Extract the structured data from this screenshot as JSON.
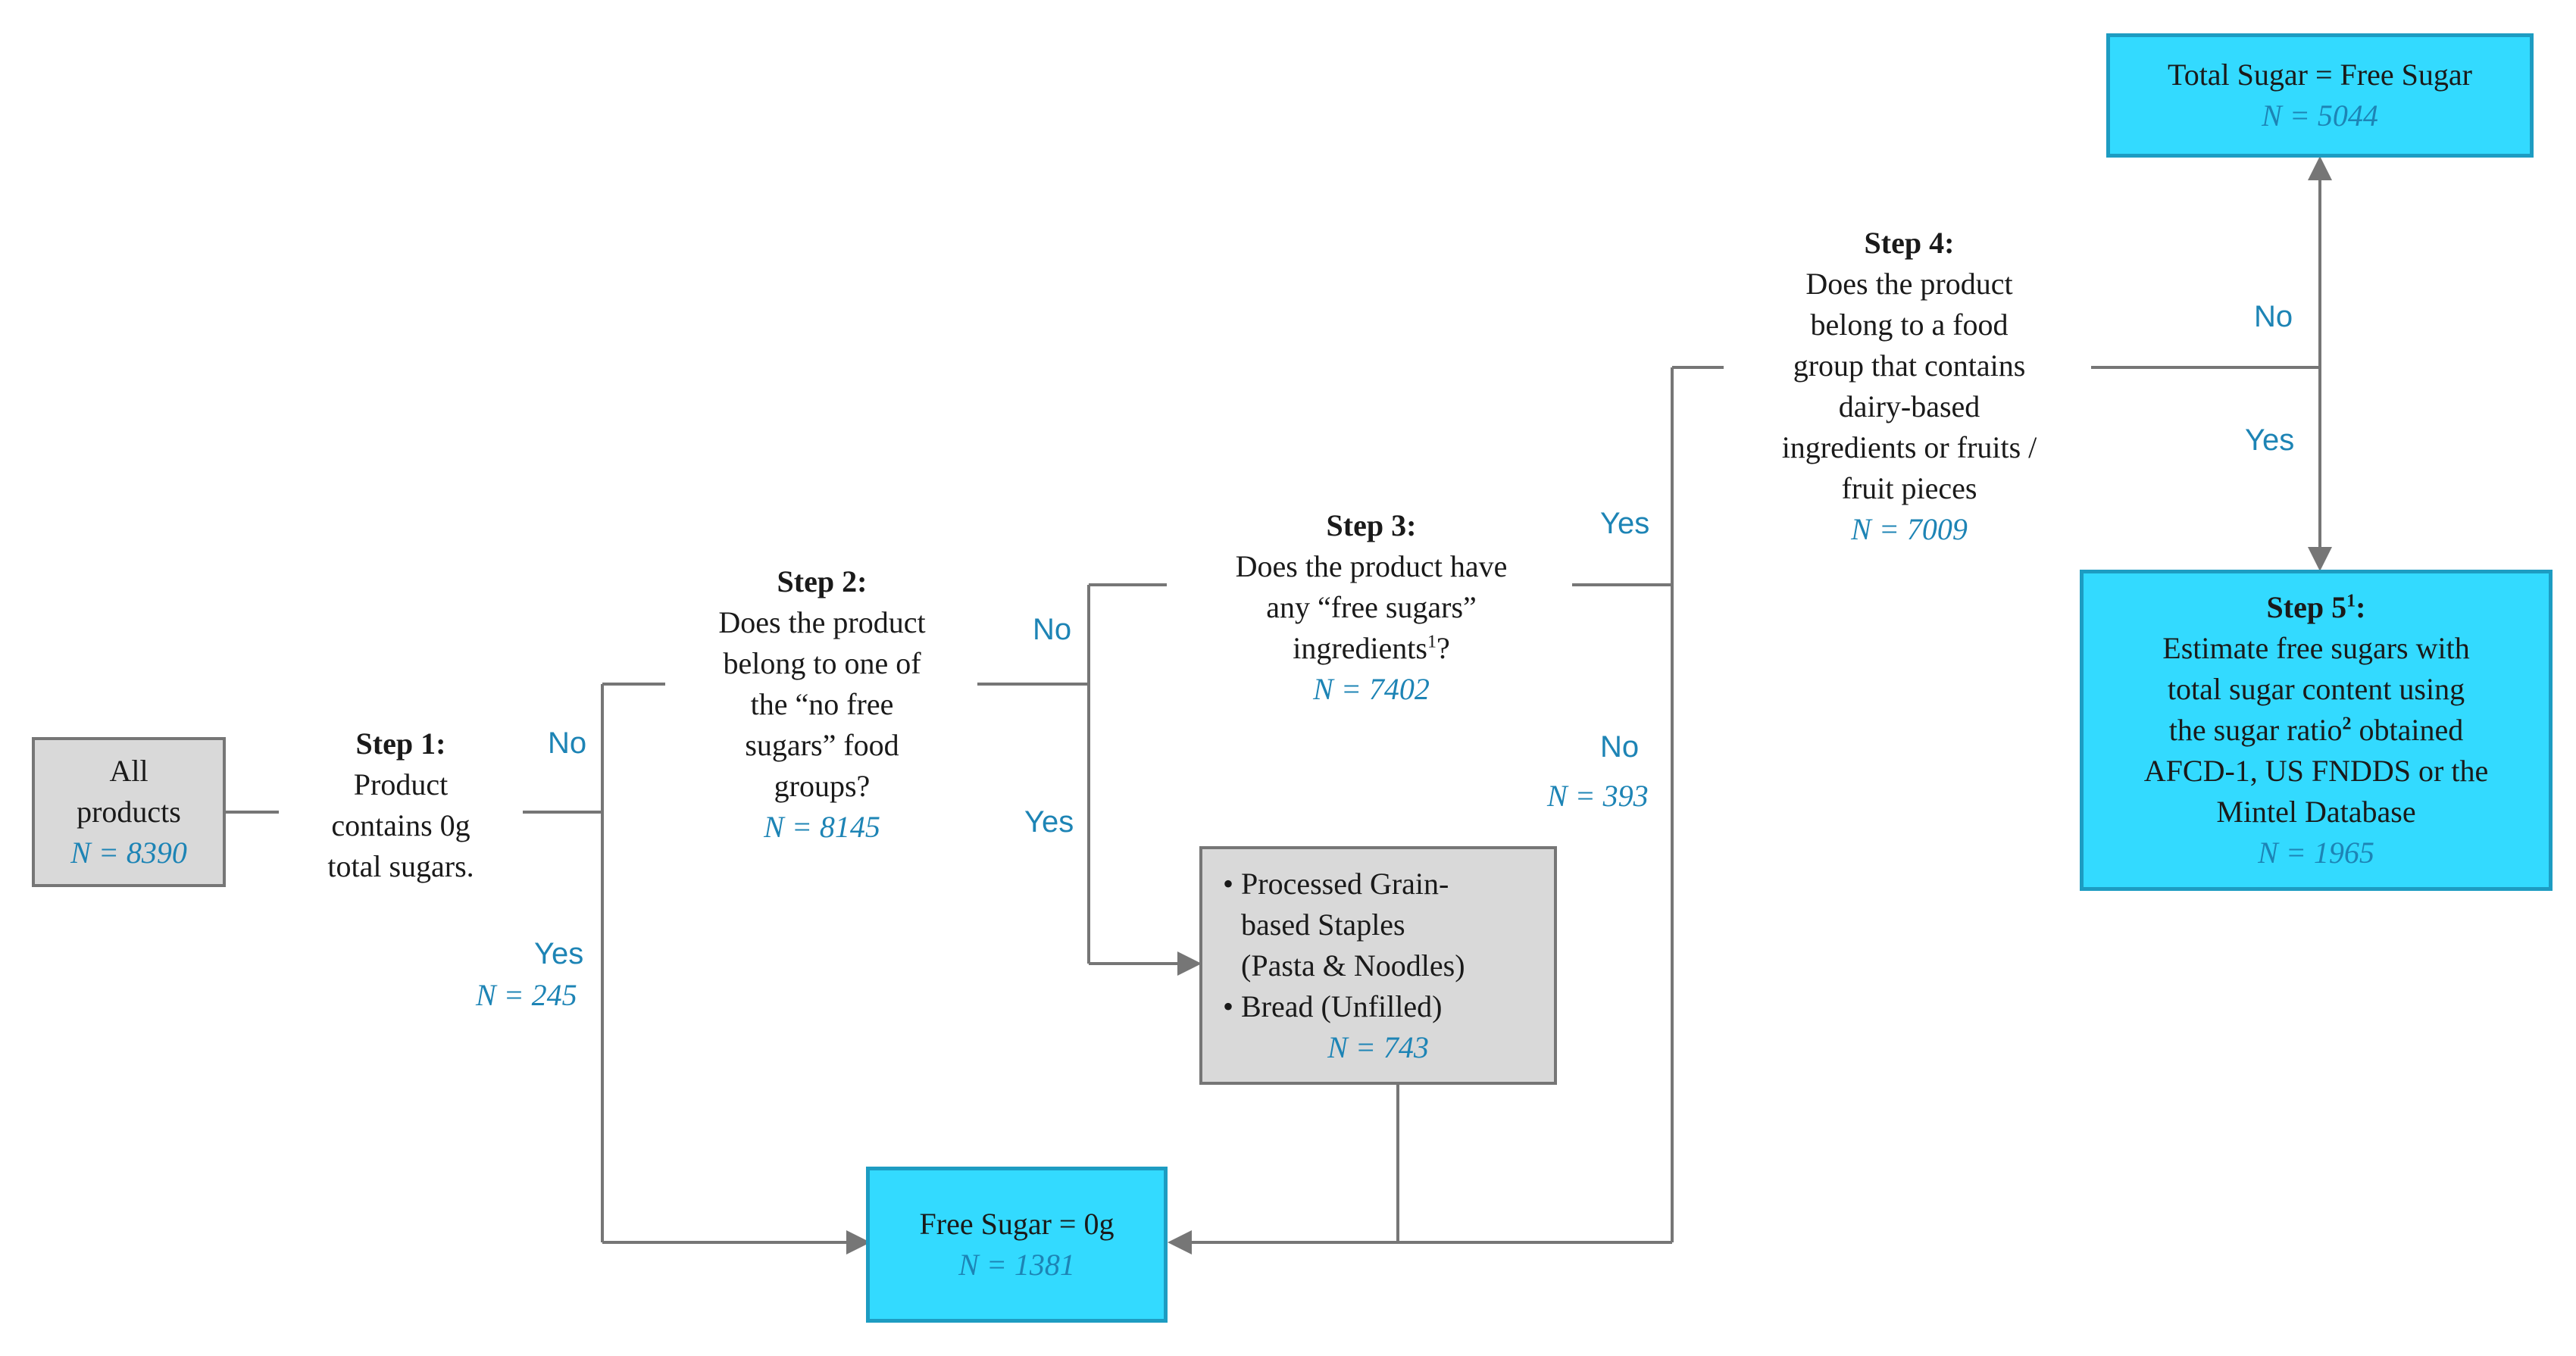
{
  "nodes": {
    "all_products": {
      "text_1": "All",
      "text_2": "products",
      "n": "N = 8390"
    },
    "step1": {
      "title": "Step 1:",
      "line_1": "Product",
      "line_2": "contains 0g",
      "line_3": "total sugars."
    },
    "step2": {
      "title": "Step 2:",
      "line_1": "Does the product",
      "line_2": "belong to one of",
      "line_3": "the “no free",
      "line_4": "sugars” food",
      "line_5": "groups?",
      "n": "N = 8145"
    },
    "step3": {
      "title": "Step 3:",
      "line_1": "Does the product have",
      "line_2": "any “free sugars”",
      "line_3": "ingredients",
      "line_3_sup": "1",
      "line_3_end": "?",
      "n": "N = 7402"
    },
    "step4": {
      "title": "Step 4:",
      "line_1": "Does the product",
      "line_2": "belong to a food",
      "line_3": "group that contains",
      "line_4": "dairy-based",
      "line_5": "ingredients or fruits /",
      "line_6": "fruit pieces",
      "n": "N = 7009"
    },
    "step5": {
      "title": "Step 5",
      "title_sup": "1",
      "title_end": ":",
      "line_1": "Estimate free sugars with",
      "line_2": "total sugar content using",
      "line_3": "the sugar ratio",
      "line_3_sup": "2",
      "line_3_end": " obtained",
      "line_4": "AFCD-1, US FNDDS or the",
      "line_5": "Mintel Database",
      "n": "N = 1965"
    },
    "total_eq_free": {
      "text": "Total Sugar = Free Sugar",
      "n": "N = 5044"
    },
    "free_sugar_zero": {
      "text": "Free Sugar = 0g",
      "n": "N = 1381"
    },
    "staples": {
      "bullet": "•",
      "item_1a": "Processed Grain-",
      "item_1b": "based Staples",
      "item_1c": "(Pasta & Noodles)",
      "item_2": "Bread (Unfilled)",
      "n": "N = 743"
    }
  },
  "edge_labels": {
    "s1_no": "No",
    "s1_yes": "Yes",
    "s1_yes_n": "N = 245",
    "s2_no": "No",
    "s2_yes": "Yes",
    "s3_yes": "Yes",
    "s3_no": "No",
    "s3_no_n": "N = 393",
    "s4_no": "No",
    "s4_yes": "Yes"
  },
  "colors": {
    "line": "#767676",
    "cyan_fill": "#33daff",
    "cyan_border": "#1d9cc2",
    "gray_fill": "#d9d9d9",
    "label": "#1d84b5"
  }
}
